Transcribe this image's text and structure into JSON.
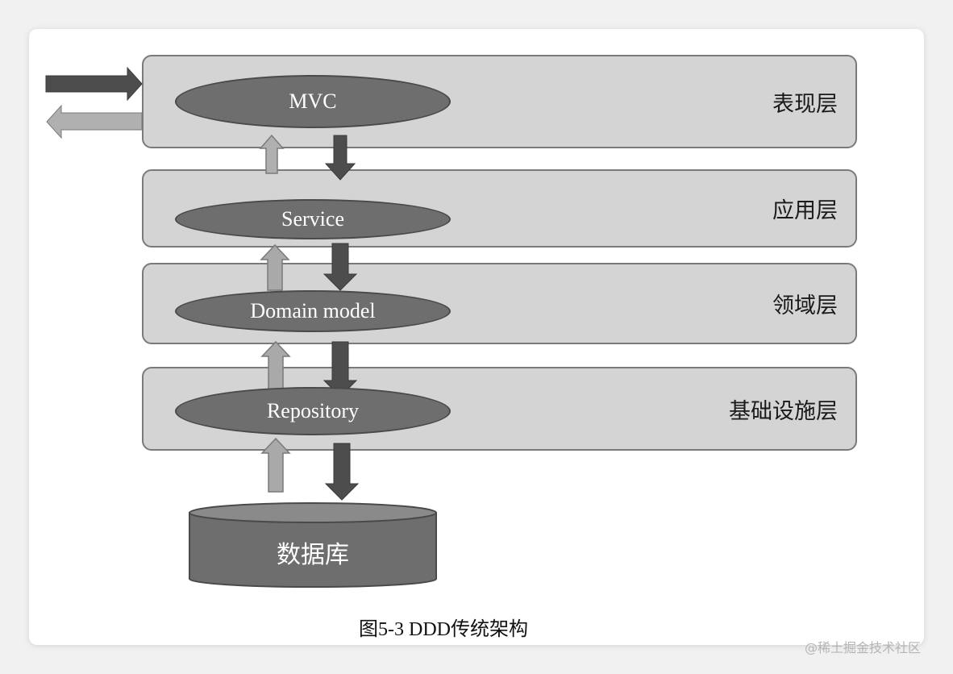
{
  "layers": [
    {
      "name": "表现层",
      "component": "MVC"
    },
    {
      "name": "应用层",
      "component": "Service"
    },
    {
      "name": "领域层",
      "component": "Domain model"
    },
    {
      "name": "基础设施层",
      "component": "Repository"
    }
  ],
  "database": {
    "label": "数据库"
  },
  "caption": "图5-3 DDD传统架构",
  "watermark": "@稀土掘金技术社区",
  "colors": {
    "layer_fill": "#d4d4d4",
    "layer_border": "#7a7a7a",
    "node_fill": "#6e6e6e",
    "arrow_down": "#4d4d4d",
    "arrow_up": "#a9a9a9"
  }
}
